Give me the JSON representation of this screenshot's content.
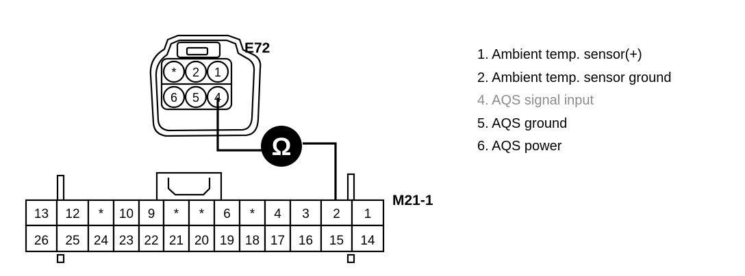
{
  "connectors": {
    "e72": {
      "name": "E72",
      "pins_top": [
        "*",
        "2",
        "1"
      ],
      "pins_bottom": [
        "6",
        "5",
        "4"
      ]
    },
    "m21": {
      "name": "M21-1",
      "top_row": [
        "13",
        "12",
        "*",
        "10",
        "9",
        "*",
        "*",
        "6",
        "*",
        "4",
        "3",
        "2",
        "1"
      ],
      "bottom_row": [
        "26",
        "25",
        "24",
        "23",
        "22",
        "21",
        "20",
        "19",
        "18",
        "17",
        "16",
        "15",
        "14"
      ]
    }
  },
  "meter": {
    "symbol": "Ω"
  },
  "legend": [
    {
      "text": "1. Ambient temp. sensor(+)",
      "color": "#000000"
    },
    {
      "text": "2. Ambient temp. sensor ground",
      "color": "#000000"
    },
    {
      "text": "4. AQS signal input",
      "color": "#8c8c8c"
    },
    {
      "text": "5. AQS ground",
      "color": "#000000"
    },
    {
      "text": "6. AQS power",
      "color": "#000000"
    }
  ]
}
